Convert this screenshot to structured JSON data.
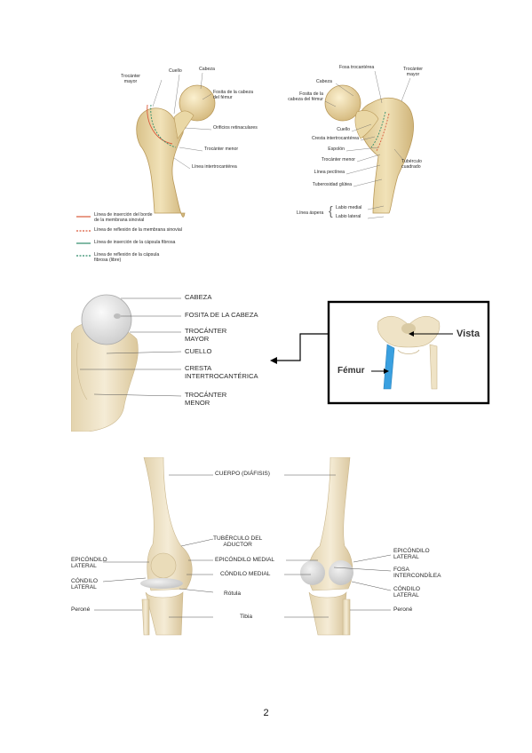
{
  "figure1": {
    "anterior": {
      "trocanter_mayor": "Trocánter\nmayor",
      "cuello": "Cuello",
      "cabeza": "Cabeza",
      "fosita": "Fosita de la cabeza\ndel fémur",
      "orificios": "Orificios retinaculares",
      "trocanter_menor": "Trocánter menor",
      "linea_intertrocanterea": "Línea intertrocantérea"
    },
    "posterior": {
      "fosa_trocanterea": "Fosa trocantérea",
      "cabeza": "Cabeza",
      "fosita": "Fosita de la\ncabeza del fémur",
      "trocanter_mayor": "Trocánter\nmayor",
      "cuello": "Cuello",
      "cresta": "Cresta intertrocantérea",
      "espolon": "Espolón",
      "trocanter_menor": "Trocánter menor",
      "linea_pectinea": "Línea pectínea",
      "tuberosidad": "Tuberosidad glútea",
      "tuberculo": "Tubérculo\ncuadrado",
      "linea_aspera": "Línea áspera",
      "labio_medial": "Labio medial",
      "labio_lateral": "Labio lateral"
    },
    "legend": [
      {
        "text": "Línea de inserción del borde\nde la membrana sinovial",
        "color": "#d9593a",
        "style": "solid"
      },
      {
        "text": "Línea de reflexión de la membrana sinovial",
        "color": "#d9593a",
        "style": "dashed"
      },
      {
        "text": "Línea de inserción de la cápsula fibrosa",
        "color": "#2e8b6a",
        "style": "solid"
      },
      {
        "text": "Línea de reflexión de la cápsula\nfibrosa (libre)",
        "color": "#2e8b6a",
        "style": "dashed"
      }
    ]
  },
  "figure2": {
    "labels": {
      "cabeza": "CABEZA",
      "fosita": "FOSITA DE LA CABEZA",
      "trocanter_mayor": "TROCÁNTER\nMAYOR",
      "cuello": "CUELLO",
      "cresta": "CRESTA\nINTERTROCANTÉRICA",
      "trocanter_menor": "TROCÁNTER\nMENOR"
    },
    "inset": {
      "vista": "Vista",
      "femur": "Fémur"
    },
    "colors": {
      "highlight": "#3aa0e0",
      "bone": "#efe3c6"
    }
  },
  "figure3": {
    "left_labels": {
      "epicondilo_lateral": "EPICÓNDILO\nLATERAL",
      "condilo_lateral": "CÓNDILO\nLATERAL",
      "perone": "Peroné"
    },
    "center_labels": {
      "cuerpo": "CUERPO (DIÁFISIS)",
      "tuberculo": "TUBÉRCULO DEL\nADUCTOR",
      "epicondilo_medial": "EPICÓNDILO MEDIAL",
      "condilo_medial": "CÓNDILO MEDIAL",
      "rotula": "Rótula",
      "tibia": "Tibia"
    },
    "right_labels": {
      "epicondilo_lateral": "EPICÓNDILO\nLATERAL",
      "fosa": "FOSA\nINTERCONDÍLEA",
      "condilo_lateral": "CÓNDILO\nLATERAL",
      "perone": "Peroné"
    }
  },
  "page_number": "2"
}
